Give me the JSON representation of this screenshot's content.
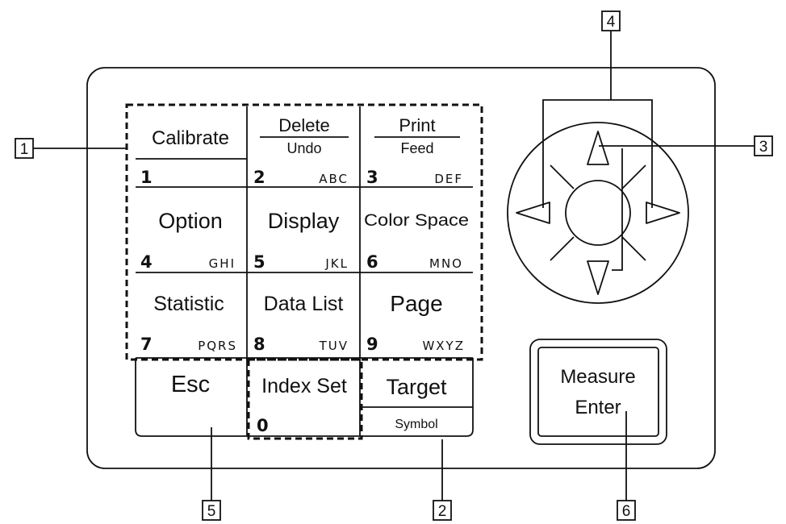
{
  "keys": [
    {
      "id": "calibrate",
      "label": "Calibrate",
      "number": "1",
      "letters": ""
    },
    {
      "id": "delete-undo",
      "label": "Delete",
      "sublabel": "Undo",
      "number": "2",
      "letters": "ABC"
    },
    {
      "id": "print-feed",
      "label": "Print",
      "sublabel": "Feed",
      "number": "3",
      "letters": "DEF"
    },
    {
      "id": "option",
      "label": "Option",
      "number": "4",
      "letters": "GHI"
    },
    {
      "id": "display",
      "label": "Display",
      "number": "5",
      "letters": "JKL"
    },
    {
      "id": "color-space",
      "label": "Color Space",
      "number": "6",
      "letters": "MNO"
    },
    {
      "id": "statistic",
      "label": "Statistic",
      "number": "7",
      "letters": "PQRS"
    },
    {
      "id": "data-list",
      "label": "Data List",
      "number": "8",
      "letters": "TUV"
    },
    {
      "id": "page",
      "label": "Page",
      "number": "9",
      "letters": "WXYZ"
    },
    {
      "id": "esc",
      "label": "Esc"
    },
    {
      "id": "index-set",
      "label": "Index Set",
      "number": "0"
    },
    {
      "id": "target",
      "label": "Target",
      "sublabel": "Symbol"
    }
  ],
  "measure": {
    "line1": "Measure",
    "line2": "Enter"
  },
  "callouts": [
    "1",
    "2",
    "3",
    "4",
    "5",
    "6"
  ]
}
